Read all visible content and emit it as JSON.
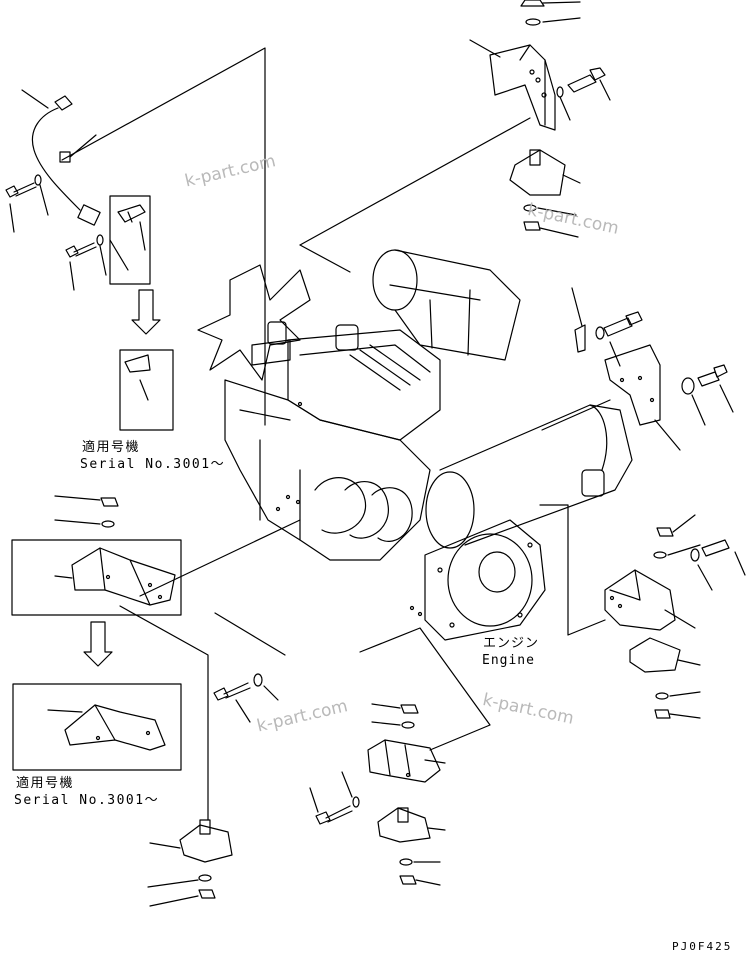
{
  "diagram": {
    "labels": {
      "applicable_models_1": "適用号機",
      "serial_1": "Serial No.3001〜",
      "applicable_models_2": "適用号機",
      "serial_2": "Serial No.3001〜",
      "engine_jp": "エンジン",
      "engine_en": "Engine"
    },
    "watermarks": [
      "k-part.com",
      "k-part.com",
      "k-part.com",
      "k-part.com"
    ],
    "page_code": "PJ0F425",
    "colors": {
      "line": "#000000",
      "watermark": "#b9b9b9",
      "background": "#ffffff"
    }
  }
}
